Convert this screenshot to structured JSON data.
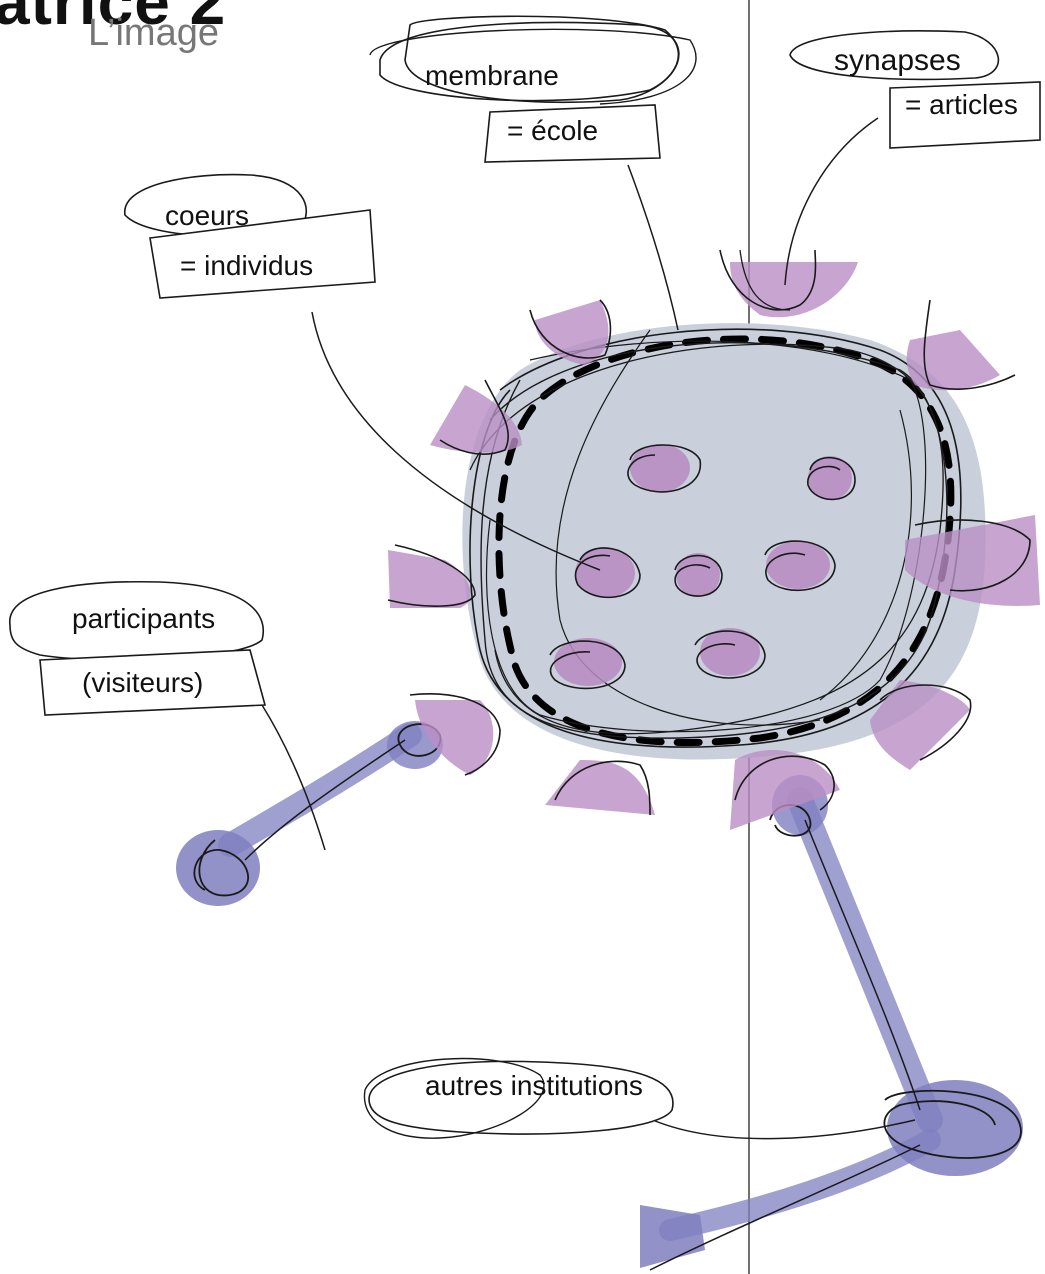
{
  "page": {
    "title": "atrice 2",
    "subtitle": "L’image"
  },
  "labels": {
    "membrane": "membrane",
    "ecole": "= école",
    "synapses": "synapses",
    "articles": "= articles",
    "coeurs": "coeurs",
    "individus": "= individus",
    "participants": "participants",
    "visiteurs": "(visiteurs)",
    "autres_institutions": "autres institutions"
  },
  "colors": {
    "cell_fill": "#c9cfdb",
    "synapse_fill": "#b98fc4",
    "nucleus_fill": "#b98ac2",
    "link_fill": "#7f7fc0",
    "ink": "#1a1a1a",
    "subtitle_gray": "#777777"
  }
}
